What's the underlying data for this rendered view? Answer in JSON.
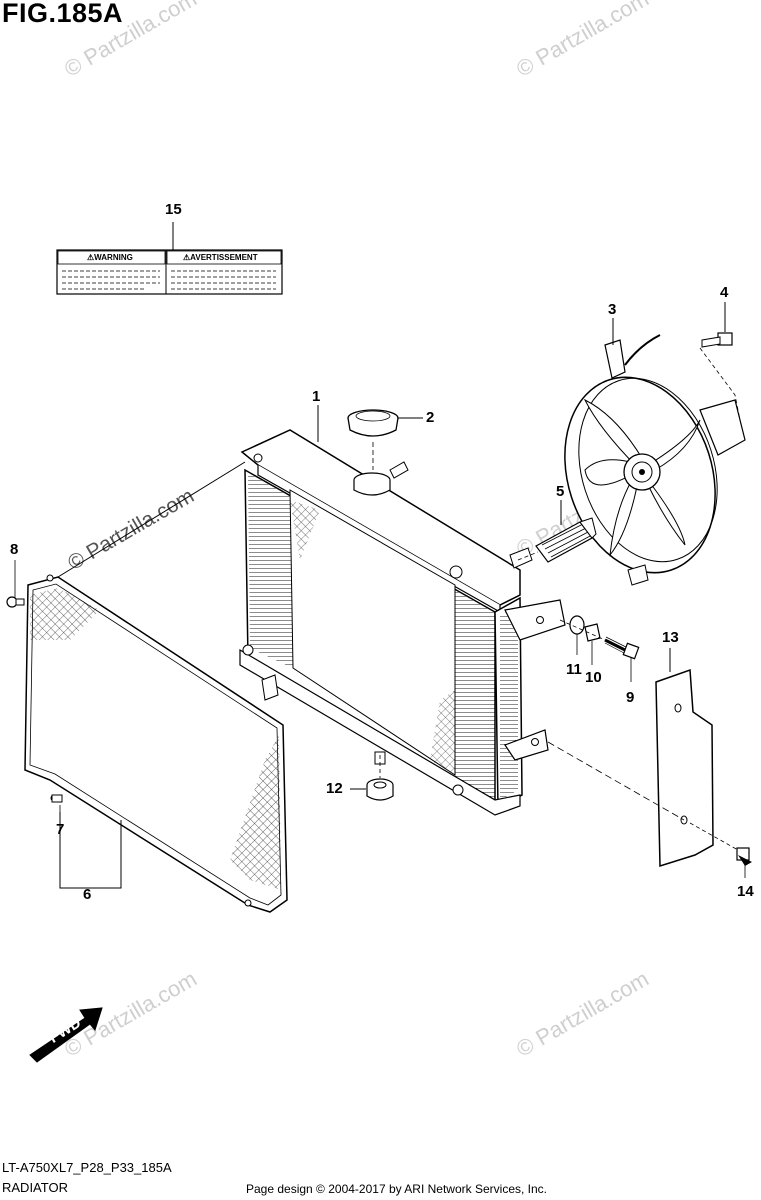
{
  "figure": {
    "title": "FIG.185A",
    "model_code": "LT-A750XL7_P28_P33_185A",
    "section": "RADIATOR",
    "copyright": "Page design © 2004-2017 by ARI Network Services, Inc.",
    "watermark": "© Partzilla.com",
    "fwd_label": "FWD"
  },
  "warning_label": {
    "left": "⚠WARNING",
    "right": "⚠AVERTISSEMENT"
  },
  "callouts": {
    "c1": "1",
    "c2": "2",
    "c3": "3",
    "c4": "4",
    "c5": "5",
    "c6": "6",
    "c7": "7",
    "c8": "8",
    "c9": "9",
    "c10": "10",
    "c11": "11",
    "c12": "12",
    "c13": "13",
    "c14": "14",
    "c15": "15"
  },
  "parts": [
    {
      "ref": "1",
      "name": "radiator",
      "icon": "radiator-icon"
    },
    {
      "ref": "2",
      "name": "radiator-cap",
      "icon": "cap-icon"
    },
    {
      "ref": "3",
      "name": "cooling-fan",
      "icon": "fan-icon"
    },
    {
      "ref": "4",
      "name": "fan-bolt",
      "icon": "bolt-icon"
    },
    {
      "ref": "5",
      "name": "thermo-switch",
      "icon": "switch-icon"
    },
    {
      "ref": "6",
      "name": "radiator-screen",
      "icon": "screen-icon"
    },
    {
      "ref": "7",
      "name": "screen-clip",
      "icon": "clip-icon"
    },
    {
      "ref": "8",
      "name": "screen-bolt",
      "icon": "bolt-icon"
    },
    {
      "ref": "9",
      "name": "radiator-bolt",
      "icon": "bolt-icon"
    },
    {
      "ref": "10",
      "name": "spacer",
      "icon": "spacer-icon"
    },
    {
      "ref": "11",
      "name": "cushion",
      "icon": "cushion-icon"
    },
    {
      "ref": "12",
      "name": "grommet",
      "icon": "grommet-icon"
    },
    {
      "ref": "13",
      "name": "side-cover",
      "icon": "cover-icon"
    },
    {
      "ref": "14",
      "name": "cover-screw",
      "icon": "screw-icon"
    },
    {
      "ref": "15",
      "name": "warning-label",
      "icon": "label-icon"
    }
  ]
}
